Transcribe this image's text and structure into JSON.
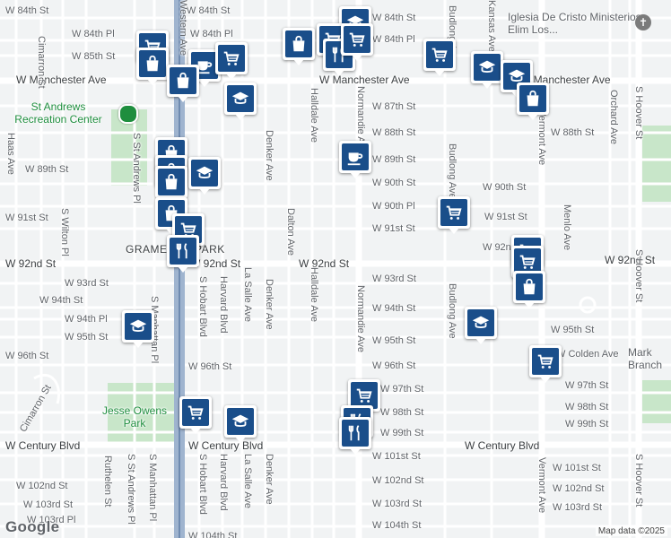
{
  "map": {
    "colors": {
      "park": "#c8e6c9",
      "road": "#ffffff",
      "freeway": "#8fa6c2",
      "land": "#f1f3f4",
      "pin": "#1a4e8a"
    },
    "streets": {
      "h": [
        {
          "name": "W 84th St"
        },
        {
          "name": "W 84th Pl"
        },
        {
          "name": "W 85th St"
        },
        {
          "name": "W Manchester Ave"
        },
        {
          "name": "W 87th St"
        },
        {
          "name": "W 88th St"
        },
        {
          "name": "W 89th St"
        },
        {
          "name": "W 90th St"
        },
        {
          "name": "W 90th Pl"
        },
        {
          "name": "W 91st St"
        },
        {
          "name": "W 92nd St"
        },
        {
          "name": "W 93rd St"
        },
        {
          "name": "W 94th St"
        },
        {
          "name": "W 94th Pl"
        },
        {
          "name": "W 95th St"
        },
        {
          "name": "W 96th St"
        },
        {
          "name": "W 97th St"
        },
        {
          "name": "W 98th St"
        },
        {
          "name": "W 99th St"
        },
        {
          "name": "W Century Blvd"
        },
        {
          "name": "W 101st St"
        },
        {
          "name": "W 102nd St"
        },
        {
          "name": "W 103rd St"
        },
        {
          "name": "W 103rd Pl"
        },
        {
          "name": "W 104th St"
        },
        {
          "name": "W Colden Ave"
        },
        {
          "name": "W 92nd Pl"
        }
      ],
      "v": [
        {
          "name": "Cimarron St"
        },
        {
          "name": "Haas Ave"
        },
        {
          "name": "S Wilton Pl"
        },
        {
          "name": "S St Andrews Pl"
        },
        {
          "name": "S Manhattan Pl"
        },
        {
          "name": "Western Ave"
        },
        {
          "name": "S Hobart Blvd"
        },
        {
          "name": "Harvard Blvd"
        },
        {
          "name": "La Salle Ave"
        },
        {
          "name": "Denker Ave"
        },
        {
          "name": "Dalton Ave"
        },
        {
          "name": "Halldale Ave"
        },
        {
          "name": "Normandie Ave"
        },
        {
          "name": "Budlong Ave"
        },
        {
          "name": "Kansas Ave"
        },
        {
          "name": "Vermont Ave"
        },
        {
          "name": "Menlo Ave"
        },
        {
          "name": "Orchard Ave"
        },
        {
          "name": "S Hoover St"
        },
        {
          "name": "Ruthelen St"
        }
      ]
    },
    "pois": {
      "st_andrews": "St Andrews Recreation Center",
      "jesse_owens": "Jesse Owens Park",
      "iglesia": "Iglesia De Cristo Ministerios Elim Los...",
      "area": "GRAMERCY PARK",
      "branch": "Mark Branch"
    },
    "attribution": "Map data ©2025",
    "logo": "Google"
  }
}
